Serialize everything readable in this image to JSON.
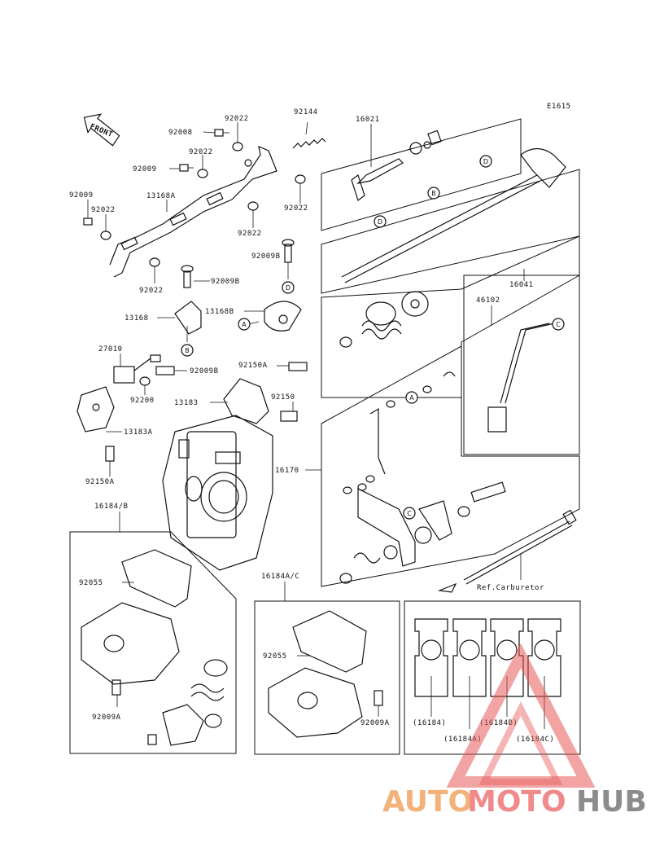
{
  "figure_code": "E1615",
  "front_label": "FRONT",
  "ref_text": "Ref.Carburetor",
  "callouts": {
    "A": "A",
    "B": "B",
    "C": "C",
    "D": "D"
  },
  "part_numbers": [
    "92144",
    "16021",
    "92008",
    "92022",
    "92022",
    "92009",
    "92022",
    "92009",
    "92022",
    "13168A",
    "92022",
    "92022",
    "92009B",
    "92009B",
    "16041",
    "46102",
    "13168",
    "13168B",
    "27010",
    "92150A",
    "92009B",
    "92200",
    "92150",
    "13183",
    "13183A",
    "92150A",
    "16170",
    "16184/B",
    "92055",
    "92009A",
    "16184A/C",
    "92055",
    "92009A",
    "(16184)",
    "(16184B)",
    "(16184A)",
    "(16184C)"
  ],
  "watermark": {
    "part1": "AUTO",
    "part2": "MOTO",
    "part3": "HUB",
    "color_auto": "#f2b27a",
    "color_moto": "#f08a8a",
    "color_hub": "#8c8c8c",
    "triangle_color": "#e85a5a"
  }
}
